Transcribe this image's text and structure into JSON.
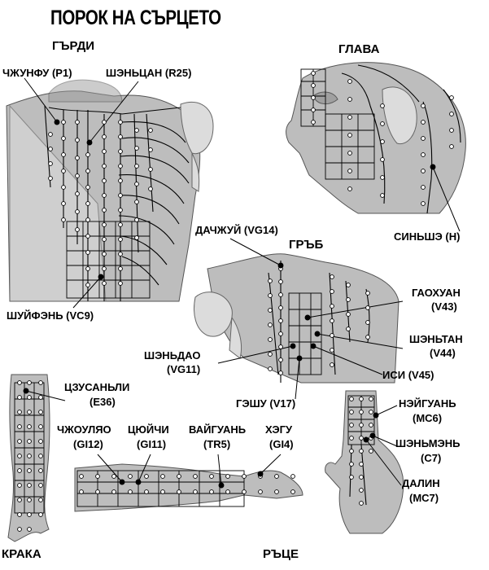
{
  "title": "ПОРОК НА СЪРЦЕТО",
  "sections": {
    "chest": "ГЪРДИ",
    "head": "ГЛАВА",
    "back": "ГРЪБ",
    "legs": "КРАКА",
    "hands": "РЪЦЕ"
  },
  "points": {
    "zhongfu": "ЧЖУНФУ (P1)",
    "shencang": "ШЭНЬЦАН (R25)",
    "shuifen": "ШУЙФЭНЬ (VC9)",
    "xinhui": "СИНЬШЭ (Н)",
    "dazhui": "ДАЧЖУЙ (VG14)",
    "gaohuang_1": "ГАОХУАН",
    "gaohuang_2": "(V43)",
    "shentang_1": "ШЭНЬТАН",
    "shentang_2": "(V44)",
    "shendao_1": "ШЭНЬДАО",
    "shendao_2": "(VG11)",
    "yixi": "ИСИ (V45)",
    "geshu": "ГЭШУ (V17)",
    "zusanli_1": "ЦЗУСАНЬЛИ",
    "zusanli_2": "(E36)",
    "zhouliao_1": "ЧЖОУЛЯО",
    "zhouliao_2": "(GI12)",
    "quchi_1": "ЦЮЙЧИ",
    "quchi_2": "(GI11)",
    "waiguan_1": "ВАЙГУАНЬ",
    "waiguan_2": "(TR5)",
    "hegu_1": "ХЭГУ",
    "hegu_2": "(GI4)",
    "neiguan_1": "НЭЙГУАНЬ",
    "neiguan_2": "(MC6)",
    "shenmen_1": "ШЭНЬМЭНЬ",
    "shenmen_2": "(C7)",
    "daling_1": "ДАЛИН",
    "daling_2": "(MC7)"
  }
}
